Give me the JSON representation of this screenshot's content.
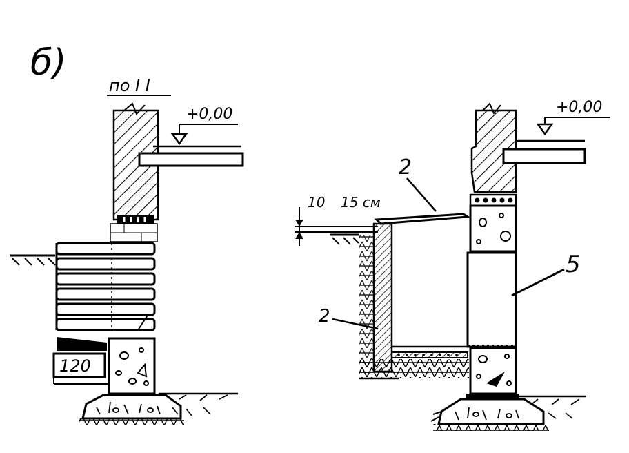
{
  "figure_label": "б)",
  "section_label": "по I I",
  "left_level_mark": "+0,00",
  "right_level_mark": "+0,00",
  "dim_small": "10",
  "dim_width": "15 см",
  "callout_2_top": "2",
  "callout_2_side": "2",
  "callout_5": "5",
  "block_label": "120",
  "colors": {
    "ink": "#000000",
    "paper": "#ffffff"
  }
}
